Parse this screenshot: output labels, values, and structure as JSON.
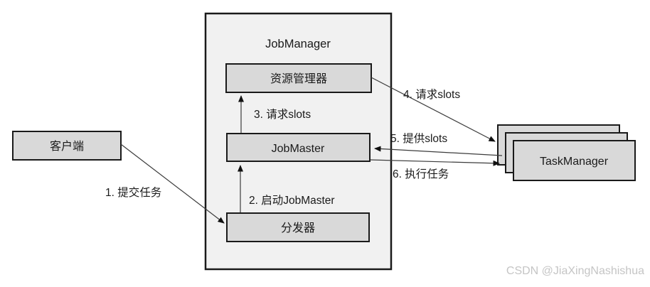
{
  "diagram": {
    "container_title": "JobManager",
    "nodes": {
      "client": {
        "label": "客户端"
      },
      "resource_manager": {
        "label": "资源管理器"
      },
      "job_master": {
        "label": "JobMaster"
      },
      "dispatcher": {
        "label": "分发器"
      },
      "task_manager": {
        "label": "TaskManager"
      }
    },
    "edges": [
      {
        "label": "1. 提交任务",
        "from": "client",
        "to": "dispatcher"
      },
      {
        "label": "2. 启动JobMaster",
        "from": "dispatcher",
        "to": "job_master"
      },
      {
        "label": "3. 请求slots",
        "from": "job_master",
        "to": "resource_manager"
      },
      {
        "label": "4. 请求slots",
        "from": "resource_manager",
        "to": "task_manager"
      },
      {
        "label": "5. 提供slots",
        "from": "task_manager",
        "to": "job_master"
      },
      {
        "label": "6. 执行任务",
        "from": "job_master",
        "to": "task_manager"
      }
    ],
    "colors": {
      "container_fill": "#f1f1f1",
      "node_fill": "#d9d9d9",
      "border": "#1a1a1a",
      "line": "#3c3c3c",
      "watermark": "#c5c5c5"
    }
  },
  "watermark": "CSDN @JiaXingNashishua"
}
